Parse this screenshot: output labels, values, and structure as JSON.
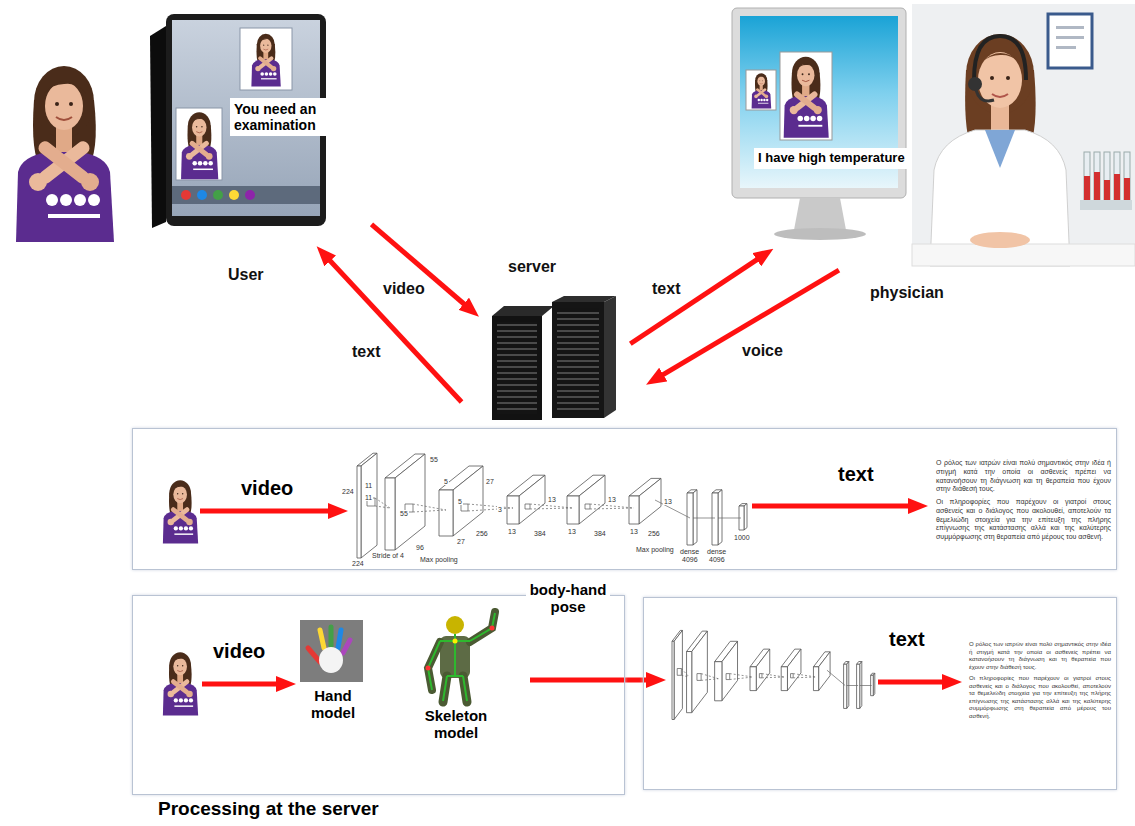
{
  "diagram": {
    "caption": "Processing at the server",
    "nodes": [
      {
        "text": [
          "You need an examination",
          "User"
        ]
      },
      {
        "text": [
          "server"
        ]
      },
      {
        "text": [
          "I have high temperature"
        ]
      },
      {
        "text": [
          "physician"
        ]
      },
      {
        "text": [
          "video",
          "text",
          "Ο ρόλος των ιατρών είναι πολύ σημαντικός στην ιδέα ή στιγμή κατά την οποία οι ασθενείς πρέπει να κατανοήσουν τη διάγνωση και τη θεραπεία που έχουν στην διάθεσή τους.",
          "Οι πληροφορίες που παρέχουν οι γιατροί στους ασθενείς και ο διάλογος που ακολουθεί, αποτελούν τα θεμελιώδη στοιχεία για την επίτευξη της πλήρης επίγνωσης της κατάστασης αλλά και της καλύτερης συμμόρφωσης στη θεραπεία από μέρους του ασθενή."
        ]
      },
      {
        "text": [
          "video",
          "Hand model",
          "Skeleton model"
        ]
      },
      {
        "text": [
          "text",
          "Ο ρόλος των ιατρών είναι πολύ σημαντικός στην ιδέα ή στιγμή κατά την οποία οι ασθενείς πρέπει να κατανοήσουν τη διάγνωση και τη θεραπεία που έχουν στην διάθεσή τους.",
          "Οι πληροφορίες που παρέχουν οι γιατροί στους ασθενείς και ο διάλογος που ακολουθεί, αποτελούν τα θεμελιώδη στοιχεία για την επίτευξη της πλήρης επίγνωσης της κατάστασης αλλά και της καλύτερης συμμόρφωσης στη θεραπεία από μέρους του ασθενή."
        ]
      }
    ],
    "edges": [
      {
        "from": 0,
        "to": 1,
        "label": "video",
        "arrow": "to"
      },
      {
        "from": 1,
        "to": 0,
        "label": "text",
        "arrow": "to"
      },
      {
        "from": 1,
        "to": 2,
        "label": "text",
        "arrow": "to"
      },
      {
        "from": 3,
        "to": 1,
        "label": "voice",
        "arrow": "to"
      }
    ],
    "labels": [
      "body-hand pose",
      "224",
      "224",
      "11",
      "11",
      "Stride of 4",
      "55",
      "55",
      "96",
      "5",
      "5",
      "27",
      "27",
      "256",
      "Max pooling",
      "3",
      "13",
      "13",
      "384",
      "13",
      "13",
      "384",
      "13",
      "13",
      "256",
      "Max pooling",
      "dense",
      "dense",
      "4096",
      "4096",
      "1000"
    ]
  }
}
